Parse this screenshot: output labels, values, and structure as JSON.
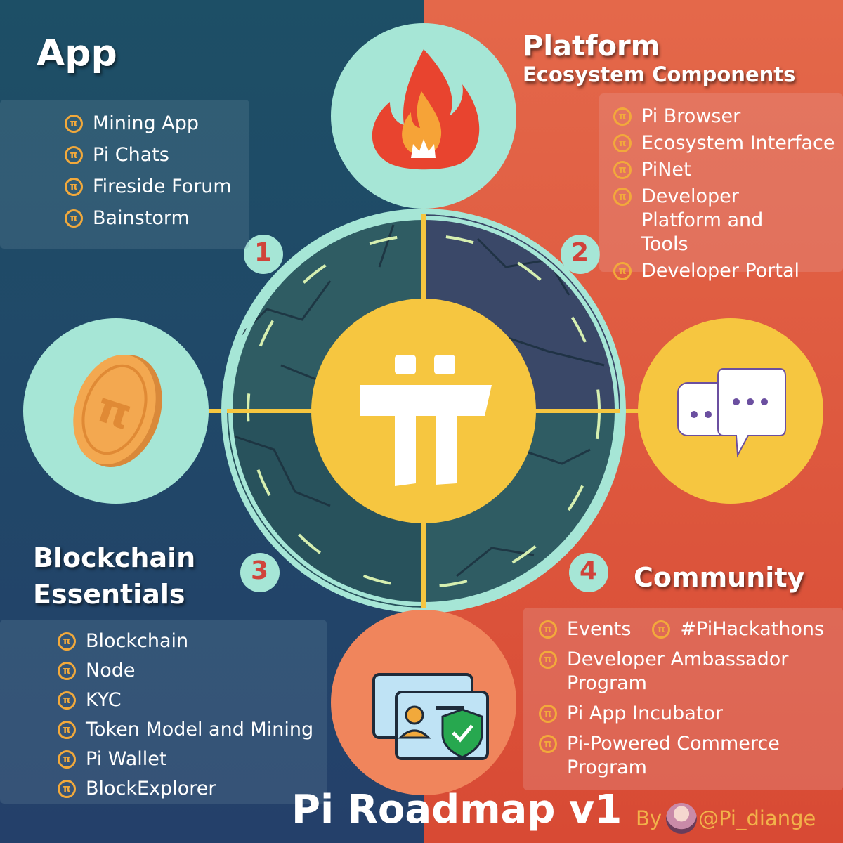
{
  "colors": {
    "left_bg": "#235a6f",
    "right_bg": "#e0603f",
    "teal": "#a6e6d6",
    "yellow": "#f6c640",
    "orange": "#f0855c",
    "accent": "#f2a93b"
  },
  "sections": {
    "app": {
      "title": "App",
      "items": [
        "Mining App",
        "Pi Chats",
        "Fireside Forum",
        "Bainstorm"
      ]
    },
    "platform": {
      "title": "Platform",
      "subtitle": "Ecosystem Components",
      "items": [
        "Pi Browser",
        "Ecosystem Interface",
        "PiNet",
        "Developer Platform and Tools",
        "Developer Portal"
      ]
    },
    "blockchain": {
      "title_line1": "Blockchain",
      "title_line2": "Essentials",
      "items": [
        "Blockchain",
        "Node",
        "KYC",
        "Token Model and Mining",
        "Pi Wallet",
        "BlockExplorer"
      ]
    },
    "community": {
      "title": "Community",
      "items": [
        "Events",
        "#PiHackathons",
        "Developer Ambassador Program",
        "Pi App Incubator",
        "Pi-Powered Commerce Program"
      ]
    }
  },
  "numbers": [
    "1",
    "2",
    "3",
    "4"
  ],
  "icons": {
    "item_bullet": "pi-coin-icon",
    "top": "fire-icon",
    "left": "coin-icon",
    "right": "chat-bubbles-icon",
    "bottom": "id-card-shield-icon",
    "center": "pi-logo-icon"
  },
  "footer": {
    "title": "Pi Roadmap v1",
    "by": "By",
    "handle": "@Pi_diange"
  }
}
